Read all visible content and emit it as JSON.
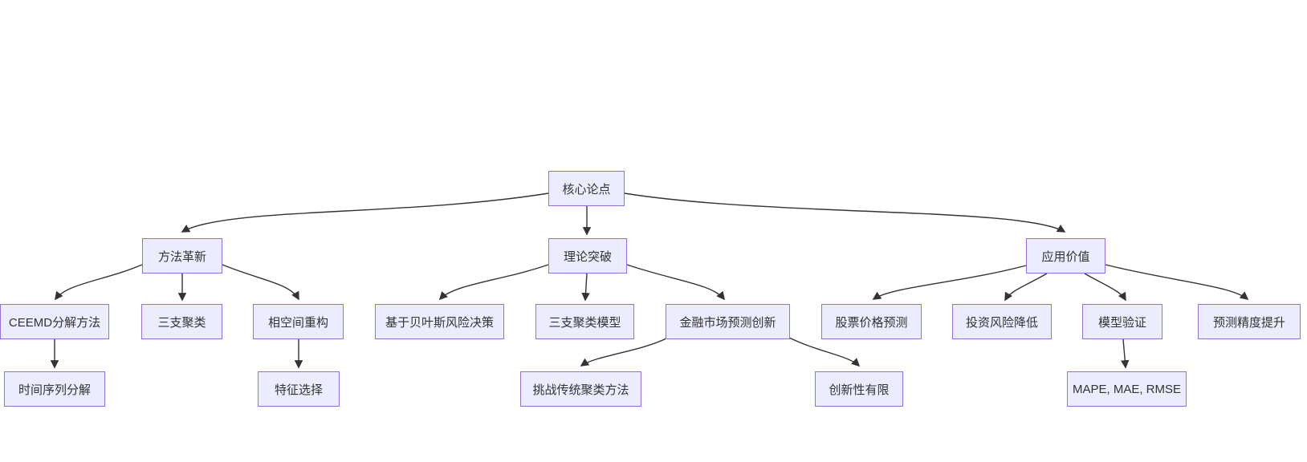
{
  "diagram": {
    "type": "flowchart",
    "background_color": "#ffffff",
    "node_fill_color": "#ECECFF",
    "node_border_color": "#9370DB",
    "edge_color": "#333333",
    "text_color": "#333333",
    "nodes": {
      "core": {
        "label": "核心论点"
      },
      "method": {
        "label": "方法革新"
      },
      "theory": {
        "label": "理论突破"
      },
      "application": {
        "label": "应用价值"
      },
      "ceemd": {
        "label": "CEEMD分解方法"
      },
      "three_way": {
        "label": "三支聚类"
      },
      "phase_space": {
        "label": "相空间重构"
      },
      "bayes": {
        "label": "基于贝叶斯风险决策"
      },
      "three_way_model": {
        "label": "三支聚类模型"
      },
      "finance_innovation": {
        "label": "金融市场预测创新"
      },
      "stock_prediction": {
        "label": "股票价格预测"
      },
      "risk_reduction": {
        "label": "投资风险降低"
      },
      "model_validation": {
        "label": "模型验证"
      },
      "accuracy_improvement": {
        "label": "预测精度提升"
      },
      "time_series": {
        "label": "时间序列分解"
      },
      "feature_selection": {
        "label": "特征选择"
      },
      "challenge_clustering": {
        "label": "挑战传统聚类方法"
      },
      "limited_novelty": {
        "label": "创新性有限"
      },
      "metrics": {
        "label": "MAPE, MAE, RMSE"
      }
    },
    "edges": [
      {
        "from": "核心论点",
        "to": "方法革新"
      },
      {
        "from": "核心论点",
        "to": "理论突破"
      },
      {
        "from": "核心论点",
        "to": "应用价值"
      },
      {
        "from": "方法革新",
        "to": "CEEMD分解方法"
      },
      {
        "from": "方法革新",
        "to": "三支聚类"
      },
      {
        "from": "方法革新",
        "to": "相空间重构"
      },
      {
        "from": "理论突破",
        "to": "基于贝叶斯风险决策"
      },
      {
        "from": "理论突破",
        "to": "三支聚类模型"
      },
      {
        "from": "理论突破",
        "to": "金融市场预测创新"
      },
      {
        "from": "应用价值",
        "to": "股票价格预测"
      },
      {
        "from": "应用价值",
        "to": "投资风险降低"
      },
      {
        "from": "应用价值",
        "to": "模型验证"
      },
      {
        "from": "应用价值",
        "to": "预测精度提升"
      },
      {
        "from": "CEEMD分解方法",
        "to": "时间序列分解"
      },
      {
        "from": "相空间重构",
        "to": "特征选择"
      },
      {
        "from": "金融市场预测创新",
        "to": "挑战传统聚类方法"
      },
      {
        "from": "金融市场预测创新",
        "to": "创新性有限"
      },
      {
        "from": "模型验证",
        "to": "MAPE, MAE, RMSE"
      }
    ]
  }
}
